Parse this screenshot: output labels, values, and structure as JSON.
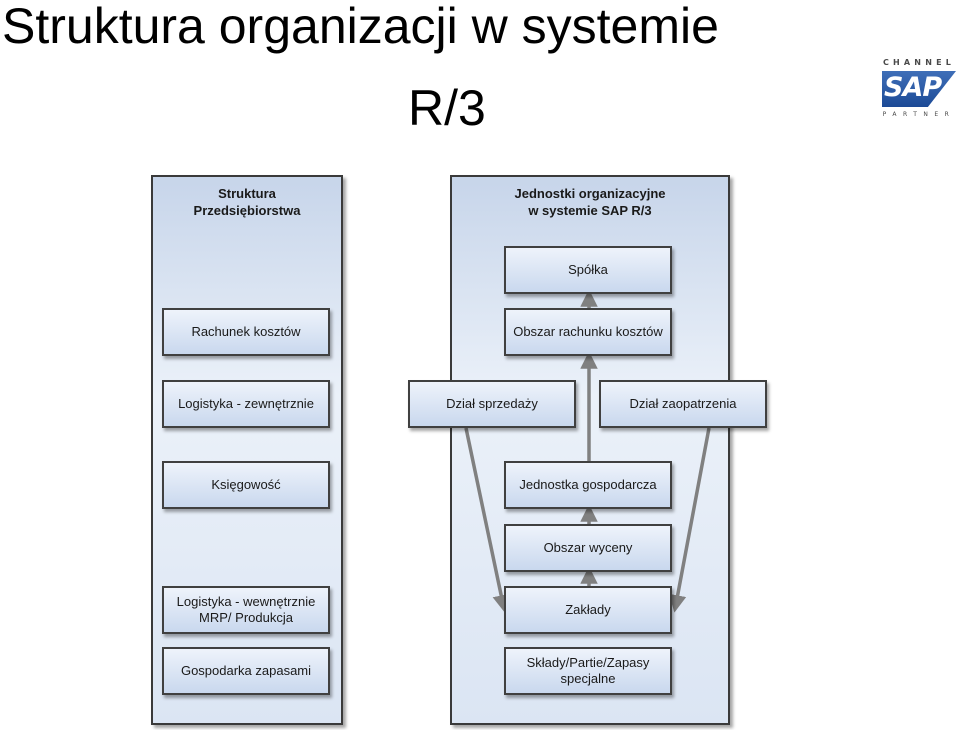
{
  "title": {
    "line1": "Struktura organizacji w systemie",
    "line2": "R/3"
  },
  "logo": {
    "top": "CHANNEL",
    "brand": "SAP",
    "bottom": "PARTNER",
    "color": "#1c4a96"
  },
  "left_panel": {
    "title_line1": "Struktura",
    "title_line2": "Przedsiębiorstwa",
    "items": [
      {
        "line1": "Rachunek kosztów",
        "line2": ""
      },
      {
        "line1": "Logistyka - zewnętrznie",
        "line2": ""
      },
      {
        "line1": "Księgowość",
        "line2": ""
      },
      {
        "line1": "Logistyka - wewnętrznie",
        "line2": "MRP/ Produkcja"
      },
      {
        "line1": "Gospodarka zapasami",
        "line2": ""
      }
    ]
  },
  "right_panel": {
    "title_line1": "Jednostki organizacyjne",
    "title_line2": "w systemie SAP R/3",
    "items": {
      "spolka": "Spółka",
      "obszar_rachunku": "Obszar rachunku kosztów",
      "dzial_sprzedazy": "Dział sprzedaży",
      "dzial_zaopatrzenia": "Dział zaopatrzenia",
      "jednostka": "Jednostka gospodarcza",
      "obszar_wyceny": "Obszar wyceny",
      "zaklady": "Zakłady",
      "sklady_line1": "Składy/Partie/Zapasy",
      "sklady_line2": "specjalne"
    }
  },
  "colors": {
    "arrow": "#808080",
    "border": "#3a3a3a",
    "panel_top": "#c7d5ea",
    "node_bottom": "#c9d8ee"
  }
}
